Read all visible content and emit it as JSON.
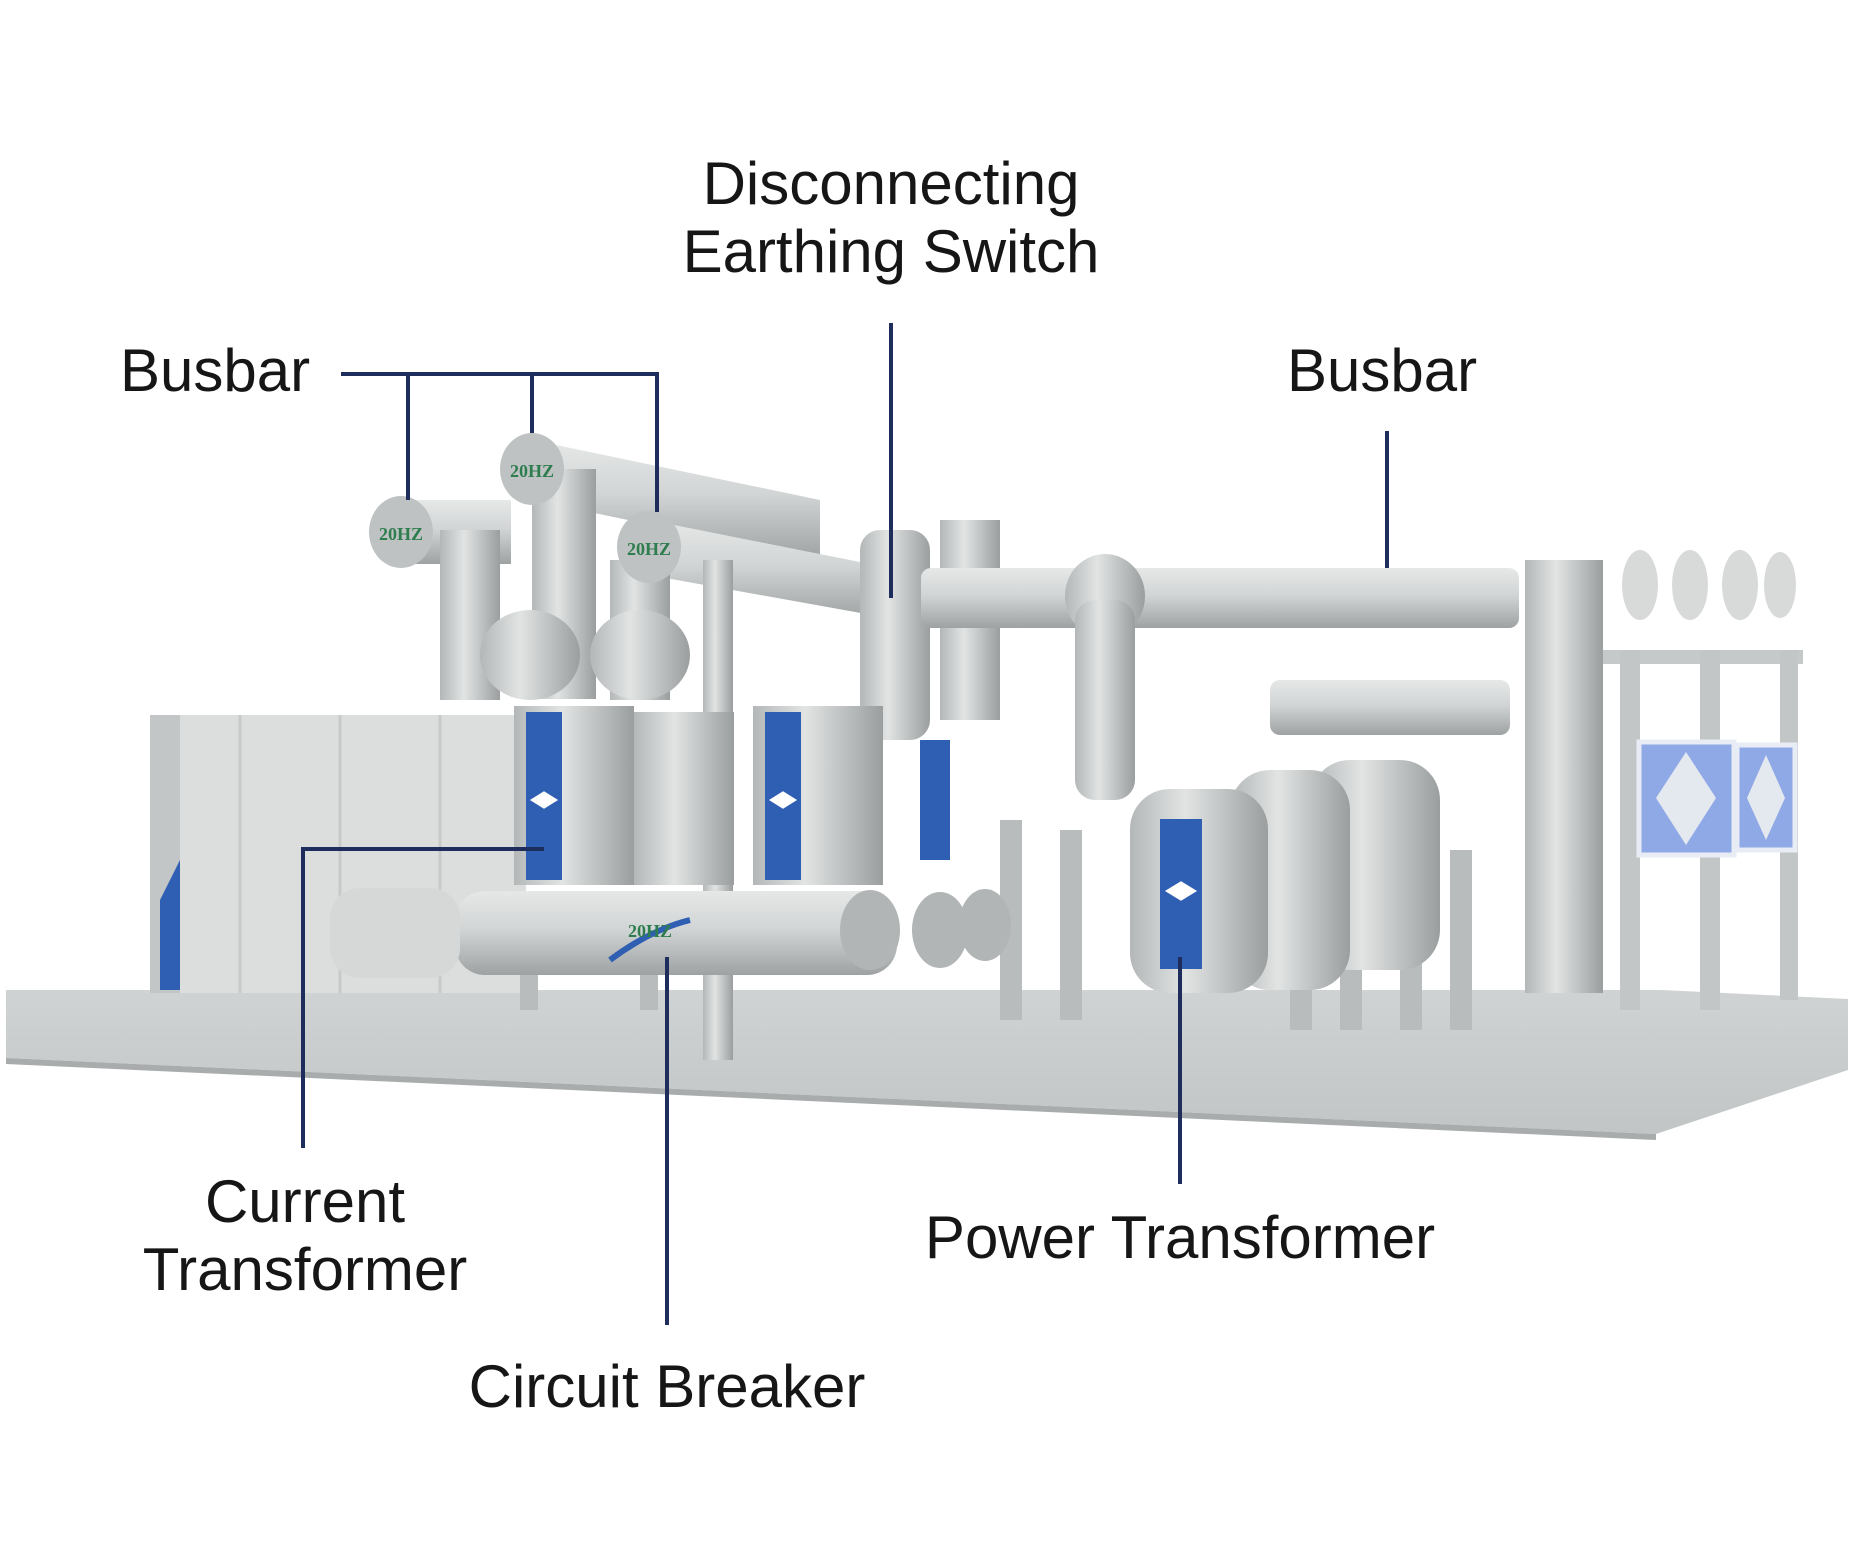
{
  "labels": {
    "disconnecting_earthing_switch": [
      "Disconnecting",
      "Earthing Switch"
    ],
    "busbar_left": "Busbar",
    "busbar_right": "Busbar",
    "current_transformer": [
      "Current",
      "Transformer"
    ],
    "circuit_breaker": "Circuit Breaker",
    "power_transformer": "Power Transformer"
  },
  "equipment_markings": {
    "flange_text": "20HZ"
  },
  "colors": {
    "leader_line": "#1f2d5c",
    "equipment_grey": "#c9cccc",
    "accent_blue": "#2f5fb3",
    "sign_blue": "#8fa8e6",
    "marking_green": "#2e7d4f",
    "marking_red": "#d23a2a"
  }
}
